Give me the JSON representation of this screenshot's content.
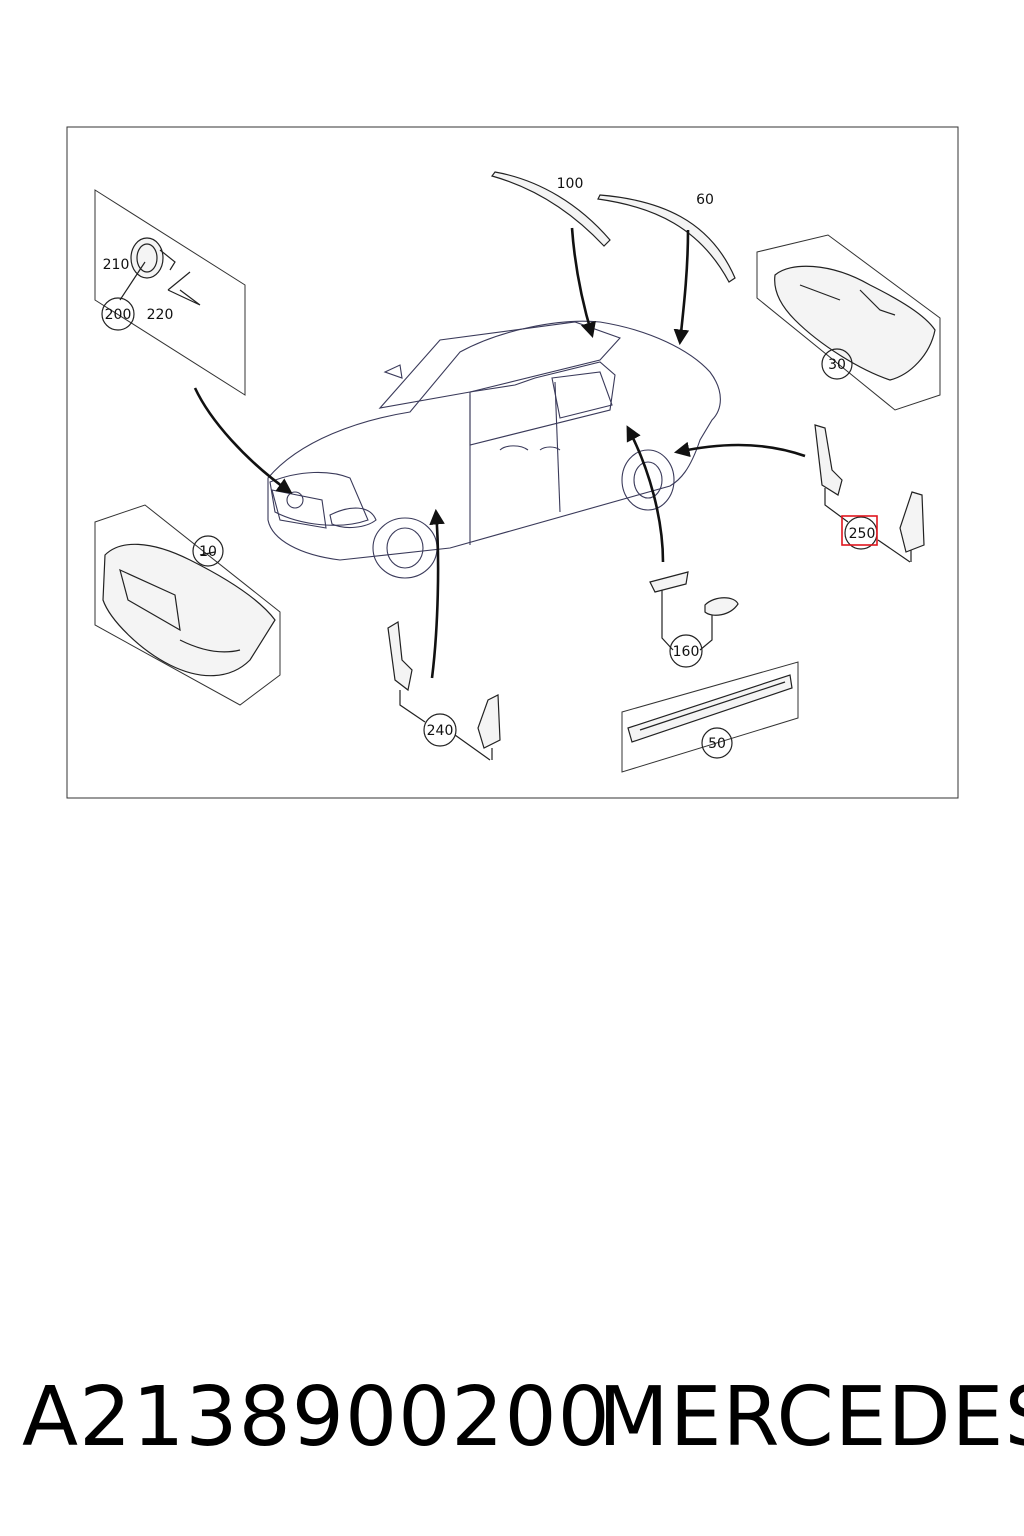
{
  "callouts": {
    "c10": "10",
    "c30": "30",
    "c50": "50",
    "c60": "60",
    "c100": "100",
    "c160": "160",
    "c200": "200",
    "c210": "210",
    "c220": "220",
    "c240": "240",
    "c250": "250"
  },
  "highlight_color": "#e0151e",
  "footer": {
    "part_number": "A2138900200",
    "brand": "MERCEDES"
  }
}
